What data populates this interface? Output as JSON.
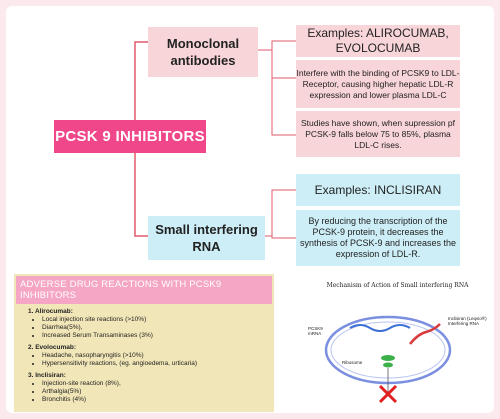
{
  "main_title": "PCSK 9 INHIBITORS",
  "monoclonal": {
    "label": "Monoclonal antibodies",
    "examples": "Examples: ALIROCUMAB, EVOLOCUMAB",
    "mechanism": "Interfere with the binding of PCSK9 to LDL- Receptor, causing higher hepatic LDL-R expression and lower plasma LDL-C",
    "studies": "Studies have shown, when supression pf PCSK-9 falls below 75 to 85%, plasma LDL-C rises."
  },
  "sirna": {
    "label": "Small interfering RNA",
    "examples": "Examples: INCLISIRAN",
    "mechanism": "By reducing the transcription of the PCSK-9 protein, it decreases the synthesis of PCSK-9 and increases the expression of LDL-R."
  },
  "adr": {
    "title": "ADVERSE DRUG REACTIONS WITH PCSK9 INHIBITORS",
    "drugs": [
      {
        "name": "1. Alirocumab:",
        "items": [
          "Local injection site reactions (>10%)",
          "Diarrhea(5%),",
          "Increased Serum Transaminases (3%)"
        ]
      },
      {
        "name": "2. Evolocumab:",
        "items": [
          "Headache, nasopharyngitis (>10%)",
          "Hypersensitivity reactions, (eg. angioedema, urticaria)"
        ]
      },
      {
        "name": "3. Inclisiran:",
        "items": [
          "Injection-site reaction (8%),",
          "Arthalgia(5%)",
          "Bronchitis (4%)"
        ]
      }
    ]
  },
  "mechanism_diagram": {
    "title": "Mechanism of Action of Small interfering RNA",
    "labels": {
      "pcsk9_mrna": "PCSK9 mRNA",
      "inclisiran": "Inclisiran (Leqvio®) Interfering RNA",
      "ribosome": "Ribosome"
    },
    "colors": {
      "cell": "#7b8fe0",
      "mrna": "#3b6fd6",
      "sirna": "#d93a3a",
      "ribosome": "#3cb04a",
      "block": "#e02020"
    }
  },
  "colors": {
    "title_box": "#f0478b",
    "pink_box": "#f8d5d9",
    "blue_box": "#cdeef6",
    "adr_bg": "#f1e6b7",
    "adr_title": "#f4a6c4"
  }
}
